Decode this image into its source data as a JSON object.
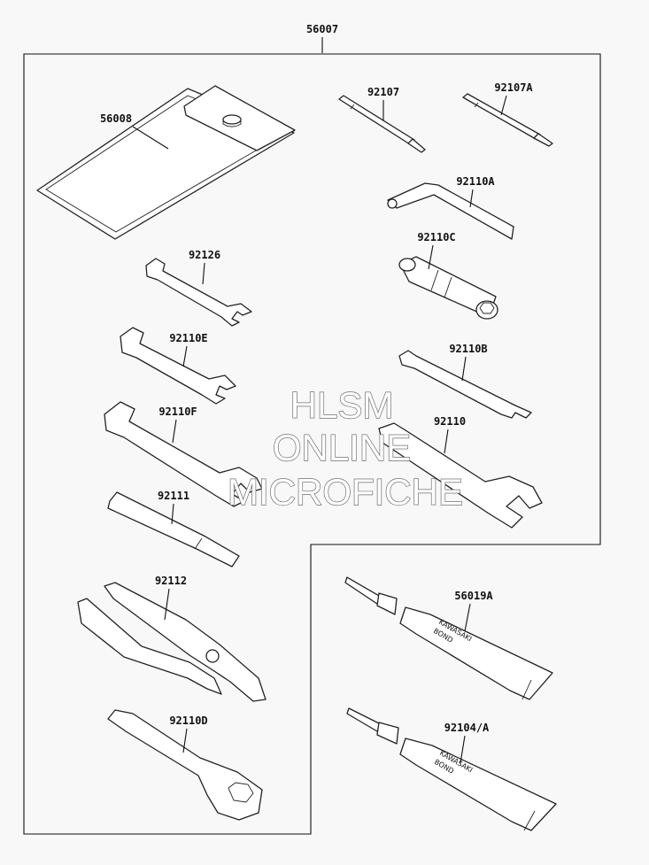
{
  "assembly_label": "56007",
  "parts": {
    "p56008": "56008",
    "p92107": "92107",
    "p92107A": "92107A",
    "p92110A": "92110A",
    "p92110C": "92110C",
    "p92126": "92126",
    "p92110E": "92110E",
    "p92110B": "92110B",
    "p92110F": "92110F",
    "p92110": "92110",
    "p92111": "92111",
    "p92112": "92112",
    "p92110D": "92110D",
    "p56019A": "56019A",
    "p92104A": "92104/A"
  },
  "tube_text": {
    "brand": "KAWASAKI",
    "product": "BOND"
  },
  "watermark": {
    "line1": "HLSM",
    "line2": "ONLINE",
    "line3": "MICROFICHE"
  },
  "colors": {
    "background": "#f8f8f8",
    "line": "#111111",
    "watermark_stroke": "#6f6f6f"
  }
}
